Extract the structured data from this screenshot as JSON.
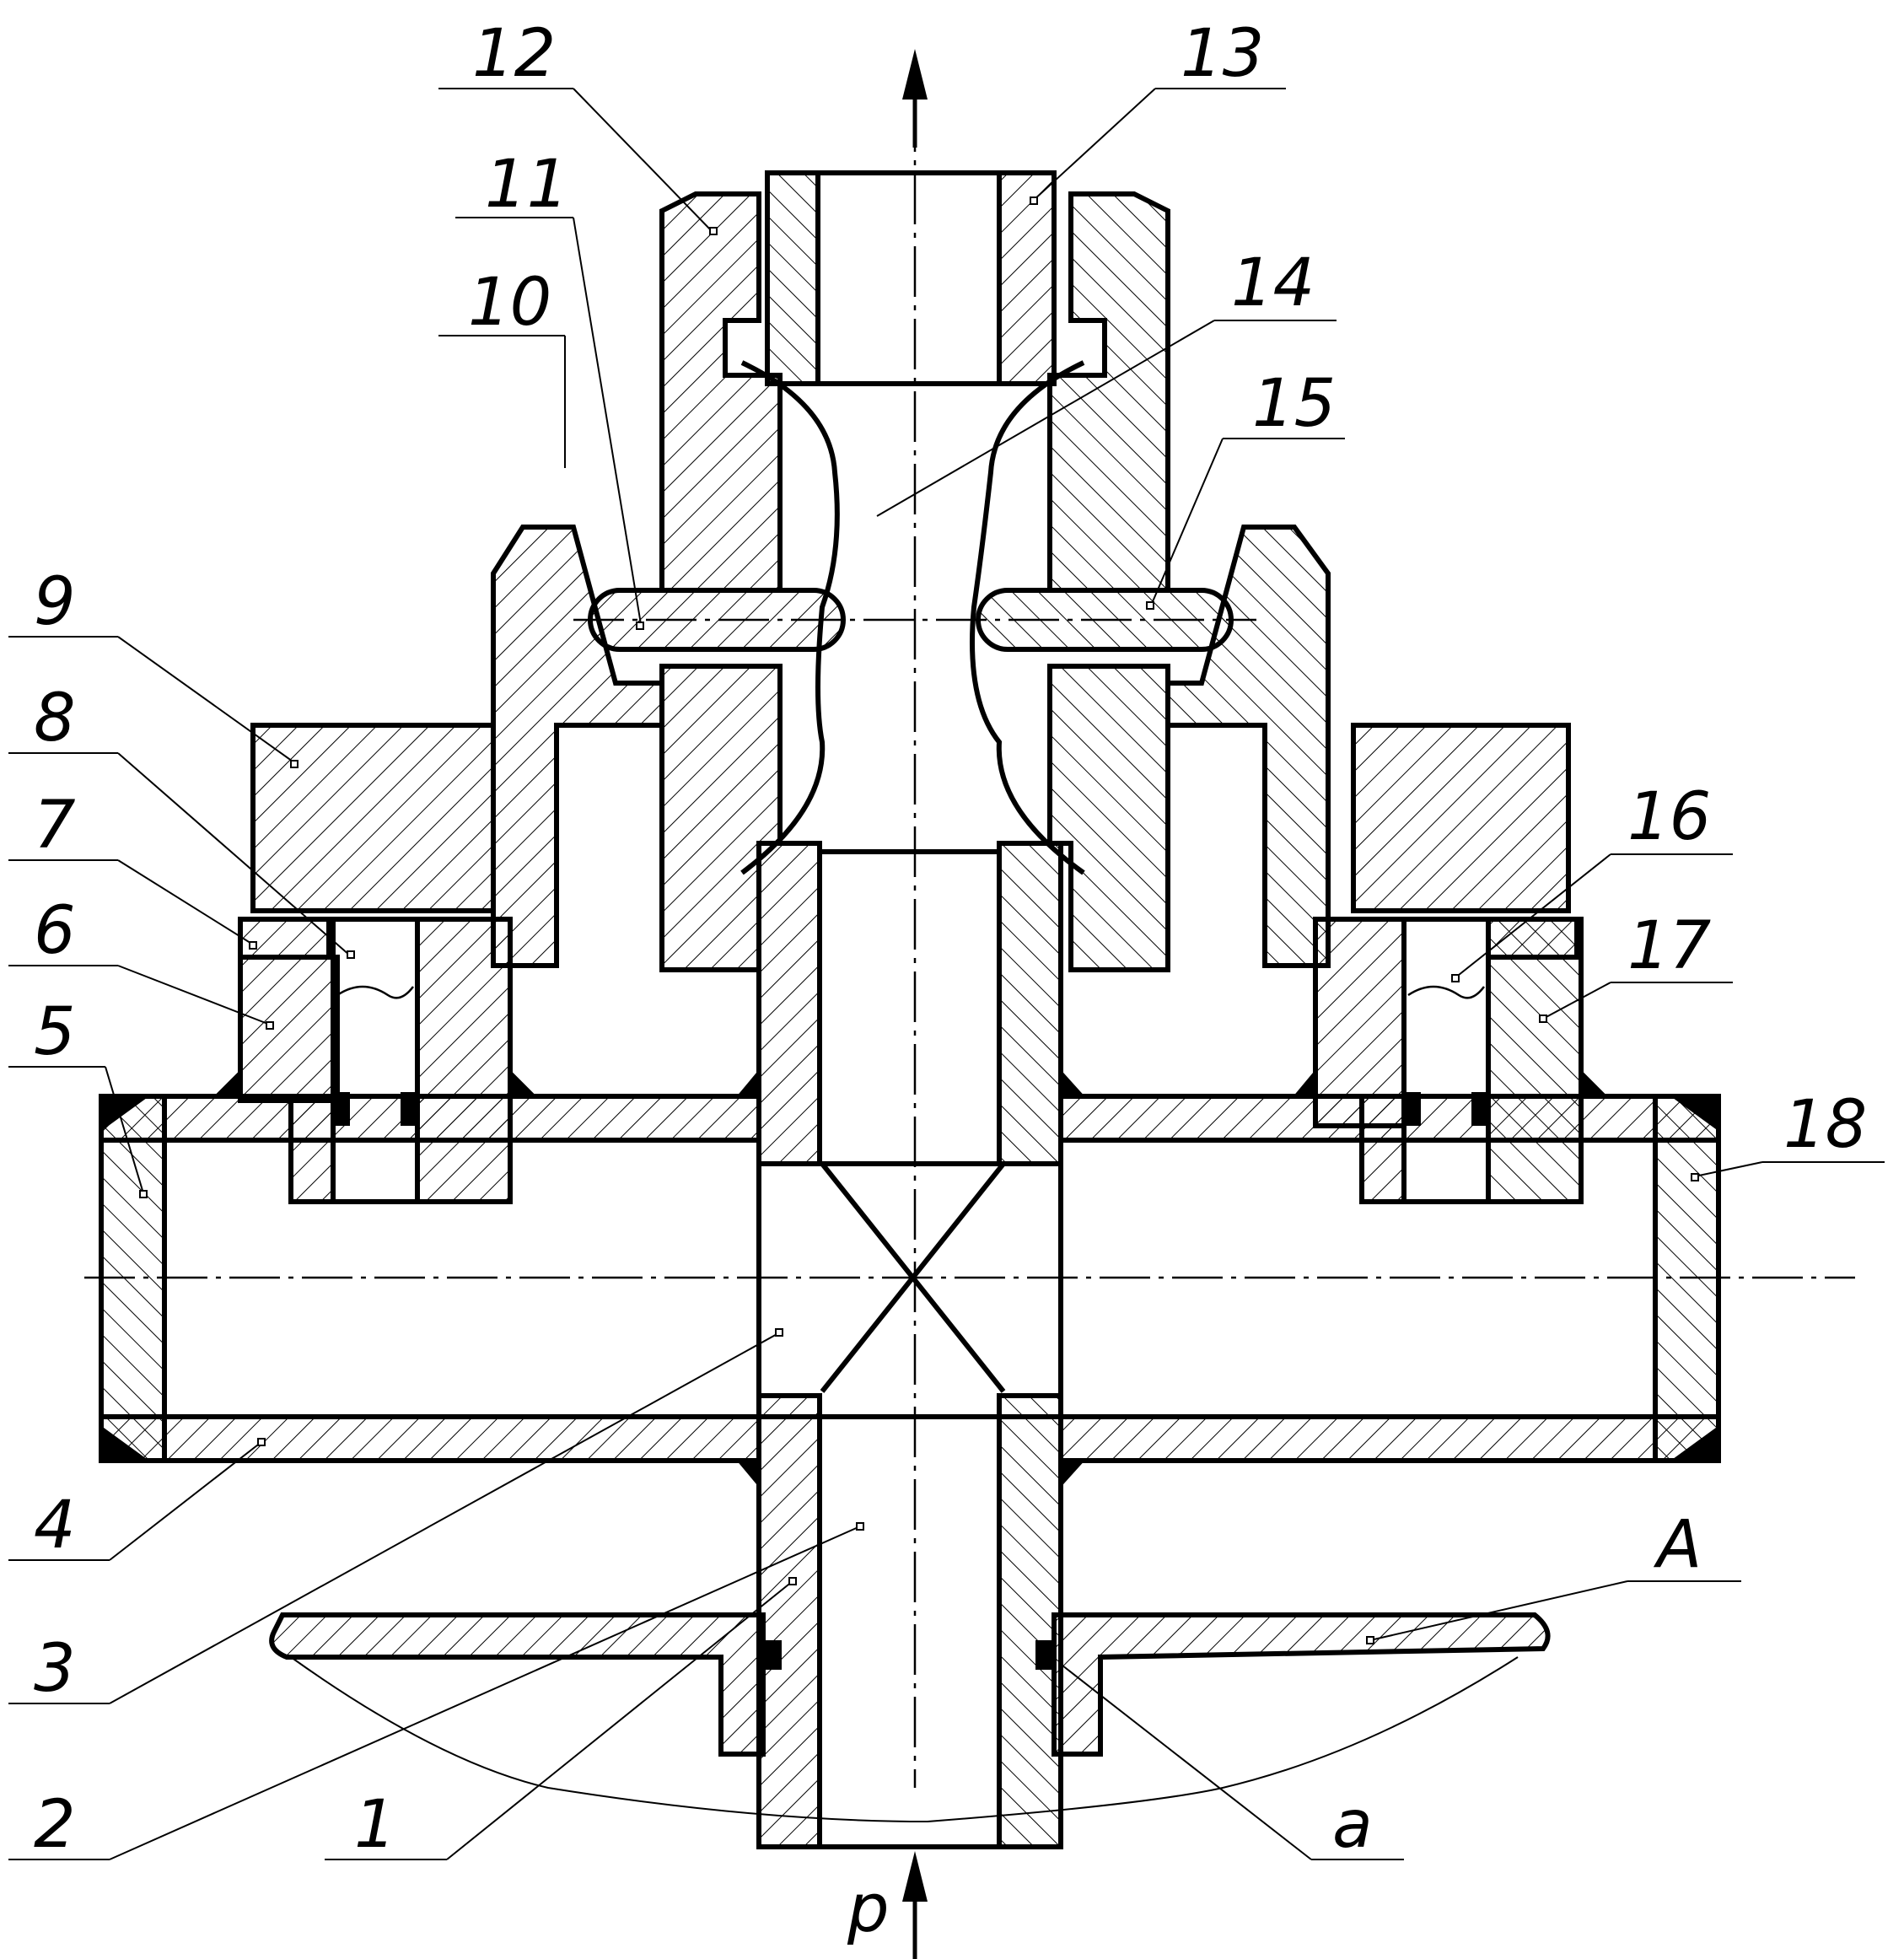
{
  "labels": {
    "l1": "1",
    "l2": "2",
    "l3": "3",
    "l4": "4",
    "l5": "5",
    "l6": "6",
    "l7": "7",
    "l8": "8",
    "l9": "9",
    "l10": "10",
    "l11": "11",
    "l12": "12",
    "l13": "13",
    "l14": "14",
    "l15": "15",
    "l16": "16",
    "l17": "17",
    "l18": "18",
    "lA": "A",
    "la": "a",
    "lp": "p"
  }
}
